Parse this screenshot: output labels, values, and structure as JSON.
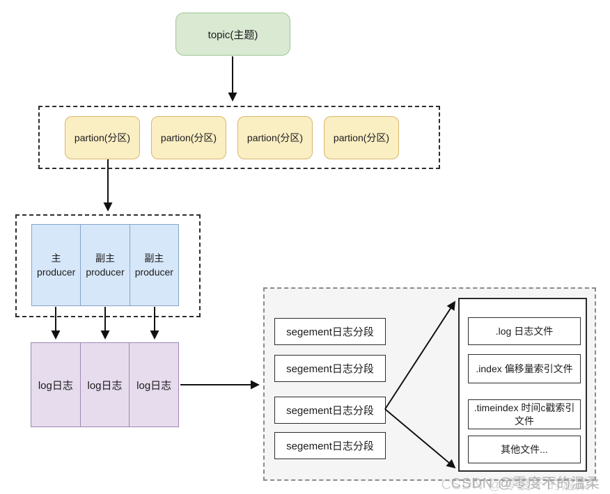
{
  "diagram": {
    "topic": {
      "label": "topic(主题)",
      "fill": "#d9e9d2",
      "stroke": "#9fc694"
    },
    "partitions": {
      "fill": "#faeec3",
      "stroke": "#d9b76b",
      "items": [
        {
          "label": "partion(分区)"
        },
        {
          "label": "partion(分区)"
        },
        {
          "label": "partion(分区)"
        },
        {
          "label": "partion(分区)"
        }
      ]
    },
    "producers": {
      "fill": "#d7e7fa",
      "stroke": "#85a3c7",
      "items": [
        {
          "role": "主",
          "name": "producer"
        },
        {
          "role": "副主",
          "name": "producer"
        },
        {
          "role": "副主",
          "name": "producer"
        }
      ]
    },
    "logs": {
      "fill": "#e6dcee",
      "stroke": "#9f87b0",
      "items": [
        {
          "label": "log日志"
        },
        {
          "label": "log日志"
        },
        {
          "label": "log日志"
        }
      ]
    },
    "segments": {
      "fill": "#ffffff",
      "stroke": "#2b2b2b",
      "items": [
        {
          "label": "segement日志分段"
        },
        {
          "label": "segement日志分段"
        },
        {
          "label": "segement日志分段"
        },
        {
          "label": "segement日志分段"
        }
      ]
    },
    "files": {
      "fill": "#ffffff",
      "stroke": "#2b2b2b",
      "items": [
        {
          "label": ".log 日志文件"
        },
        {
          "label": ".index 偏移量索引文件"
        },
        {
          "label": ".timeindex 时间c戳索引文件"
        },
        {
          "label": "其他文件..."
        }
      ]
    },
    "watermark": {
      "text": "CSDN @零度不的温柔",
      "color": "#a8a8a8"
    }
  }
}
